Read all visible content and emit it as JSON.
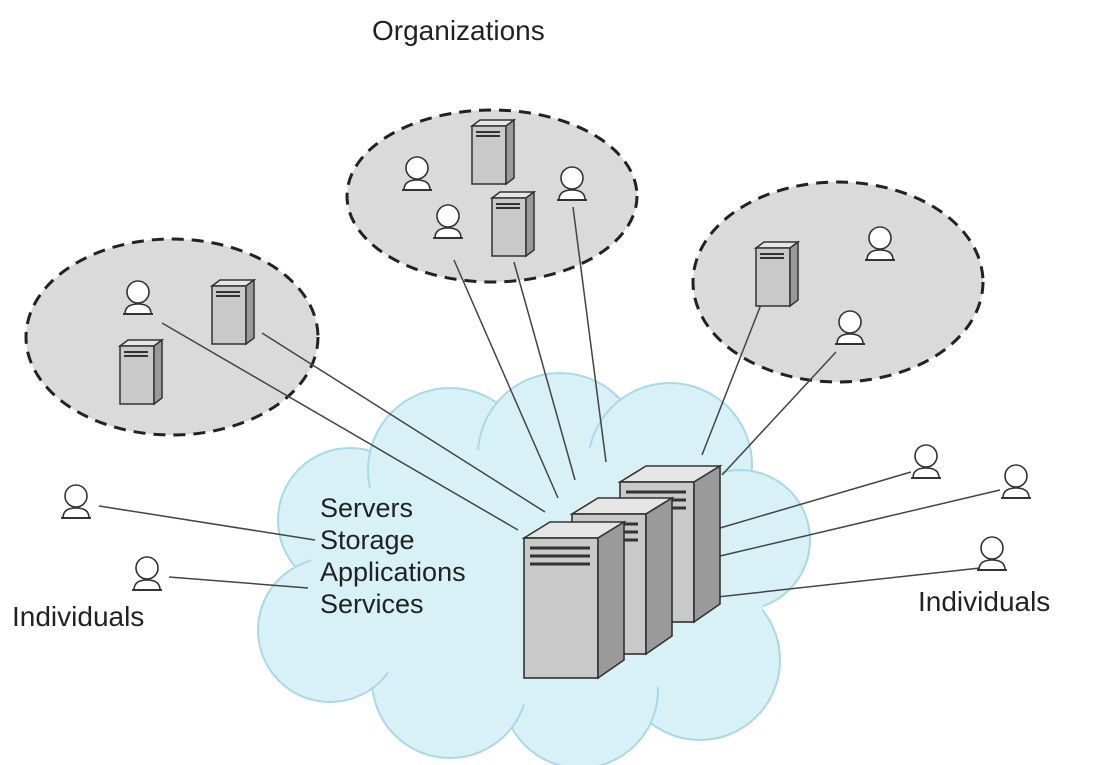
{
  "labels": {
    "organizations": "Organizations",
    "individuals_left": "Individuals",
    "individuals_right": "Individuals"
  },
  "cloud_services": [
    "Servers",
    "Storage",
    "Applications",
    "Services"
  ],
  "colors": {
    "cloud_fill": "#d7f1f7",
    "cloud_stroke": "#a9d8e6",
    "org_fill": "#dadada",
    "org_stroke": "#222222",
    "server_front": "#c9c9c9",
    "server_side": "#9a9a9a",
    "connector": "#444444",
    "text": "#222222"
  },
  "icons": [
    "server-icon",
    "person-icon",
    "cloud-shape",
    "organization-group"
  ]
}
